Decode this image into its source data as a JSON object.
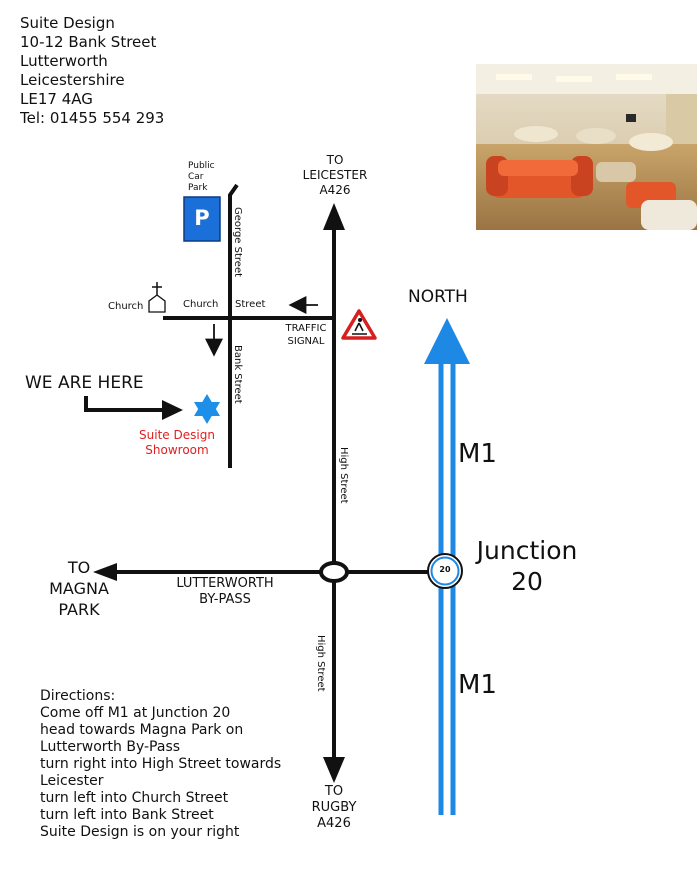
{
  "address": {
    "lines": [
      "Suite Design",
      "10-12 Bank Street",
      "Lutterworth",
      "Leicestershire",
      "LE17 4AG",
      "Tel: 01455 554 293"
    ]
  },
  "parking": {
    "label_lines": [
      "Public",
      "Car",
      "Park"
    ],
    "sign_letter": "P",
    "sign_color": "#1a6fd8"
  },
  "labels": {
    "to_leicester": [
      "TO",
      "LEICESTER",
      "A426"
    ],
    "to_rugby": [
      "TO",
      "RUGBY",
      "A426"
    ],
    "to_magna_park": [
      "TO",
      "MAGNA",
      "PARK"
    ],
    "bypass": [
      "LUTTERWORTH",
      "BY-PASS"
    ],
    "traffic_signal": [
      "TRAFFIC",
      "SIGNAL"
    ],
    "north": "NORTH",
    "m1_top": "M1",
    "m1_bottom": "M1",
    "junction": [
      "Junction",
      "20"
    ],
    "junction_badge": "20",
    "we_are_here": "WE ARE HERE",
    "showroom": [
      "Suite Design",
      "Showroom"
    ],
    "church": "Church",
    "church_street": "Church",
    "church_street_2": "Street",
    "george_street": "George Street",
    "bank_street": "Bank Street",
    "high_street_upper": "High Street",
    "high_street_lower": "High Street"
  },
  "colors": {
    "motorway": "#1e88e5",
    "showroom_star": "#1e8fe8",
    "showroom_text": "#e02020",
    "warning_red": "#d62020"
  },
  "directions": {
    "lines": [
      "Directions:",
      "Come off M1 at Junction 20",
      "head towards Magna Park on",
      "Lutterworth By-Pass",
      "turn right into High Street towards",
      "Leicester",
      "turn left into Church Street",
      "turn left into Bank Street",
      "Suite Design is on your right"
    ]
  }
}
